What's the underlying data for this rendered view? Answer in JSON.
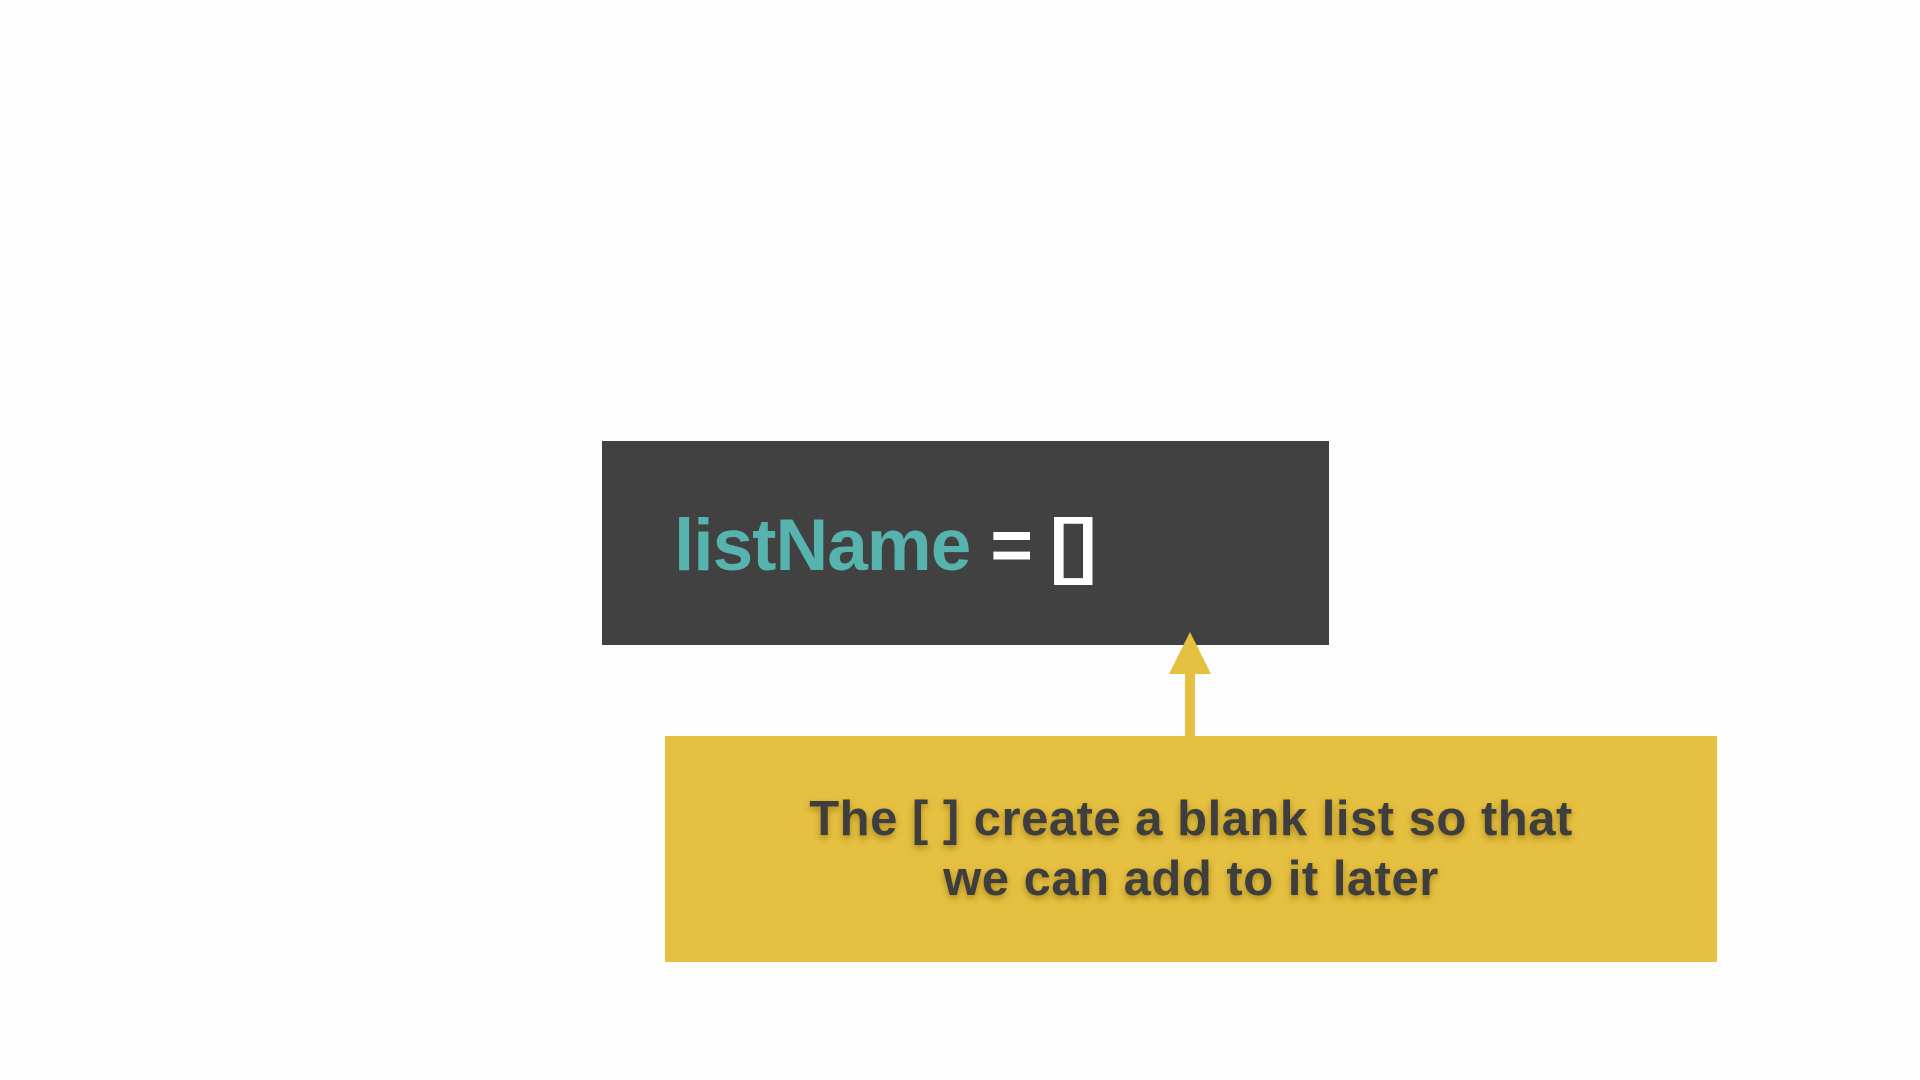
{
  "code": {
    "variable": "listName",
    "operator": "=",
    "brackets": "[]"
  },
  "callout": {
    "line1": "The [ ] create a blank list so that",
    "line2": "we can add to it later"
  },
  "colors": {
    "background": "#fdfdfd",
    "code_box": "#414141",
    "code_variable": "#56b3ad",
    "code_text": "#ffffff",
    "callout_fill": "#e6c040",
    "callout_text": "#3e3e3e",
    "arrow": "#e6c040"
  }
}
